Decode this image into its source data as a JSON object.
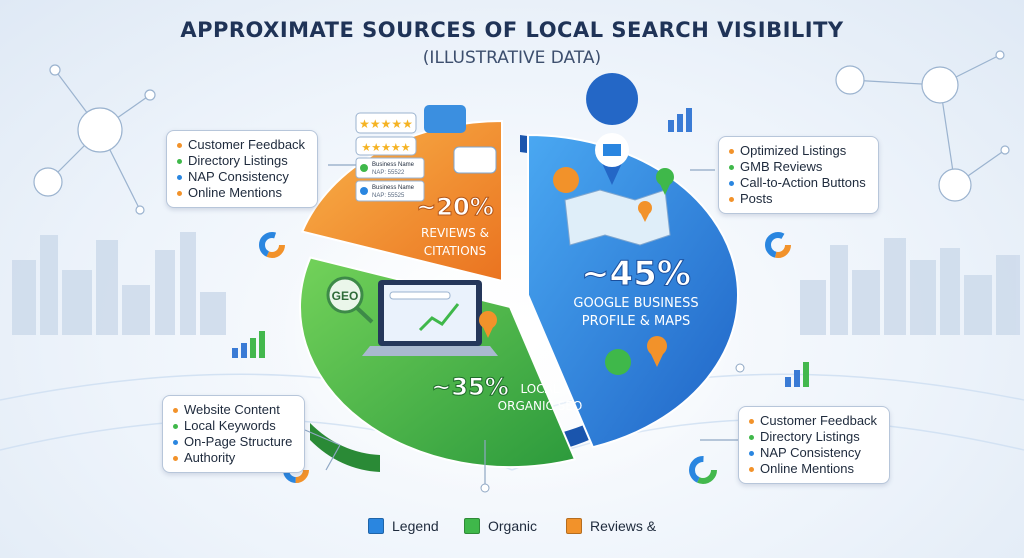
{
  "header": {
    "title": "APPROXIMATE SOURCES OF LOCAL SEARCH VISIBILITY",
    "subtitle": "(ILLUSTRATIVE DATA)"
  },
  "chart_data": {
    "type": "pie",
    "title": "APPROXIMATE SOURCES OF LOCAL SEARCH VISIBILITY",
    "subtitle": "(ILLUSTRATIVE DATA)",
    "slices": [
      {
        "name": "Google Business Profile & Maps",
        "value": 45,
        "label_pct": "~45%",
        "label_lines": [
          "GOOGLE BUSINESS",
          "PROFILE & MAPS"
        ],
        "color": "#2a86e0"
      },
      {
        "name": "Local Organic SEO",
        "value": 35,
        "label_pct": "~35%",
        "label_lines": [
          "LOCAL",
          "ORGANIC SEO"
        ],
        "color": "#3fb84a"
      },
      {
        "name": "Reviews & Citations",
        "value": 20,
        "label_pct": "~20%",
        "label_lines": [
          "REVIEWS &",
          "CITATIONS"
        ],
        "color": "#f2922a"
      }
    ]
  },
  "callouts": {
    "reviews": [
      "Customer Feedback",
      "Directory Listings",
      "NAP Consistency",
      "Online Mentions"
    ],
    "gbp": [
      "Optimized Listings",
      "GMB Reviews",
      "Call-to-Action Buttons",
      "Posts"
    ],
    "organic": [
      "Website Content",
      "Local Keywords",
      "On-Page Structure",
      "Authority"
    ],
    "bottom_right": [
      "Customer Feedback",
      "Directory Listings",
      "NAP Consistency",
      "Online Mentions"
    ]
  },
  "illustration": {
    "business_cards": [
      {
        "name": "Business Name",
        "detail": "NAP: 55522"
      },
      {
        "name": "Business Name",
        "detail": "NAP: 55525"
      }
    ],
    "seo_badge": "GEO"
  },
  "legend": [
    {
      "label": "Legend",
      "color": "#2a86e0"
    },
    {
      "label": "Organic",
      "color": "#3fb84a"
    },
    {
      "label": "Reviews &",
      "color": "#f2922a"
    }
  ]
}
